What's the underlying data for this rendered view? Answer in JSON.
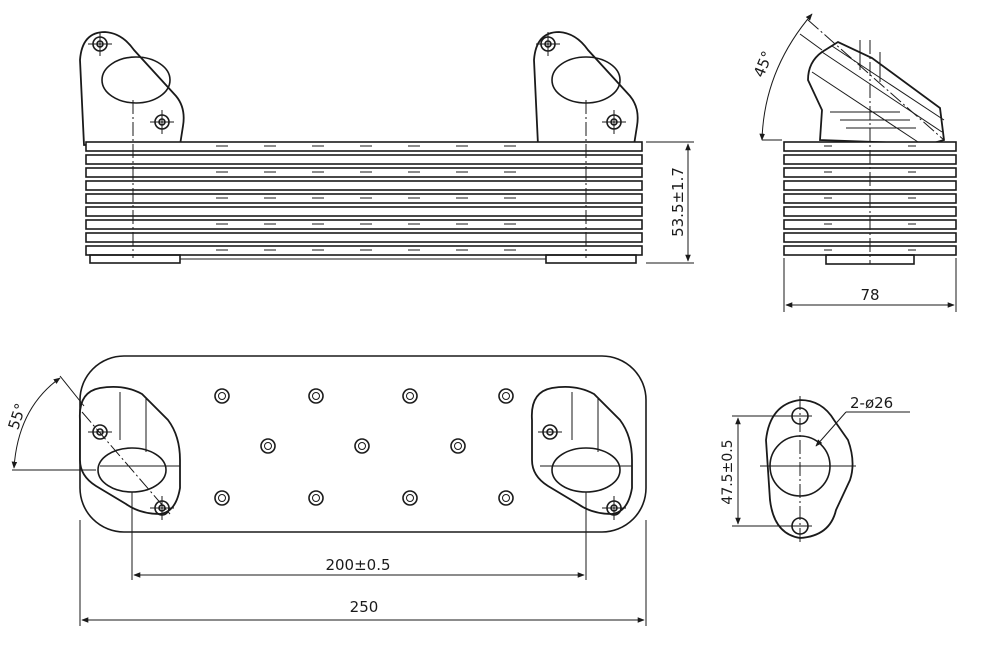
{
  "dimensions": {
    "stack_height": "53.5±1.7",
    "depth": "78",
    "port_spacing": "200±0.5",
    "total_length": "250",
    "flange_hole_spacing": "47.5±0.5",
    "flange_holes": "2-ø26",
    "side_angle": "45°",
    "port_angle": "55°"
  }
}
